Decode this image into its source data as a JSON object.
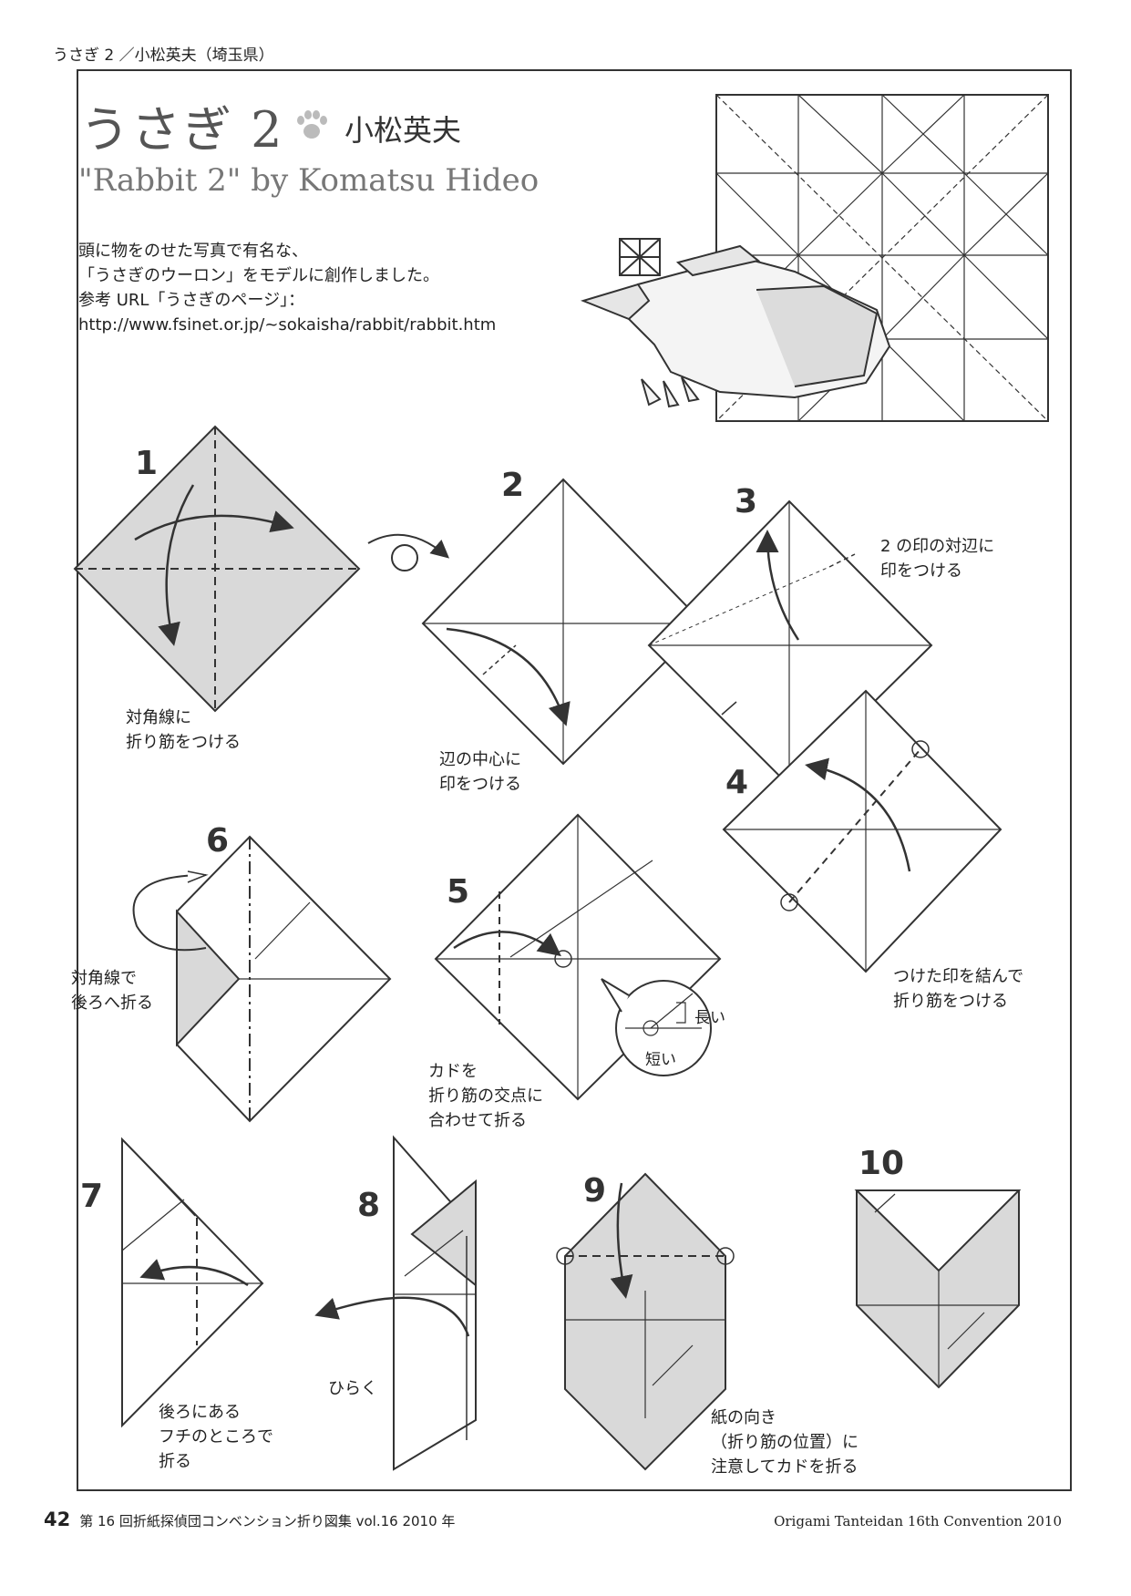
{
  "header": {
    "running_title": "うさぎ 2 ／小松英夫（埼玉県）"
  },
  "title": {
    "main": "うさぎ 2",
    "author": "小松英夫",
    "english": "\"Rabbit 2\" by Komatsu Hideo"
  },
  "description": "頭に物をのせた写真で有名な、\n「うさぎのウーロン」をモデルに創作しました。\n参考 URL「うさぎのページ」：\nhttp://www.fsinet.or.jp/~sokaisha/rabbit/rabbit.htm",
  "steps": [
    {
      "num": "1",
      "note": "対角線に\n折り筋をつける"
    },
    {
      "num": "2",
      "note": "辺の中心に\n印をつける"
    },
    {
      "num": "3",
      "note": "2 の印の対辺に\n印をつける"
    },
    {
      "num": "4",
      "note": "つけた印を結んで\n折り筋をつける"
    },
    {
      "num": "5",
      "note": "カドを\n折り筋の交点に\n合わせて折る",
      "callout_long": "長い",
      "callout_short": "短い"
    },
    {
      "num": "6",
      "note": "対角線で\n後ろへ折る"
    },
    {
      "num": "7",
      "note": "後ろにある\nフチのところで\n折る"
    },
    {
      "num": "8",
      "note": "ひらく"
    },
    {
      "num": "9",
      "note": "紙の向き\n（折り筋の位置）に\n注意してカドを折る"
    },
    {
      "num": "10",
      "note": ""
    }
  ],
  "footer": {
    "page_number": "42",
    "left_text": "第 16 回折紙探偵団コンベンション折り図集 vol.16 2010 年",
    "right_text": "Origami Tanteidan 16th Convention 2010"
  },
  "colors": {
    "paper_gray": "#d9d9d9",
    "line": "#333333",
    "bg": "#ffffff"
  }
}
